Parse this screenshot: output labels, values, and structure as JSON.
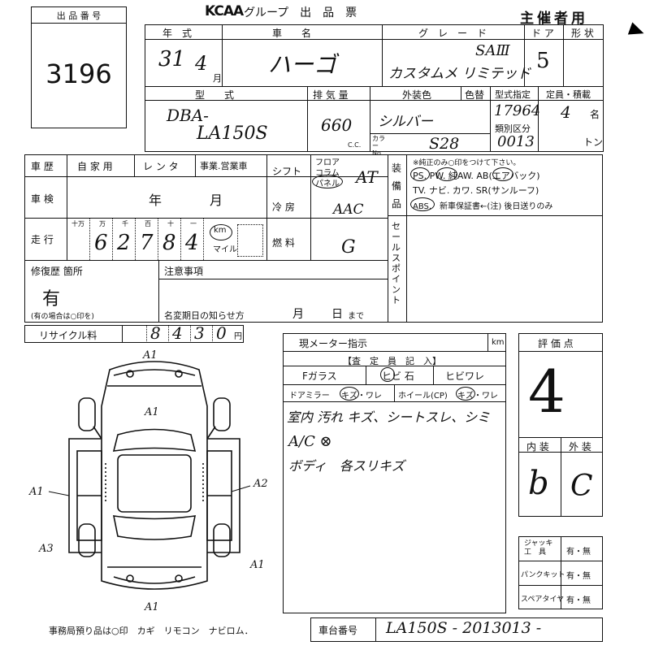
{
  "header": {
    "lot_label": "出 品 番 号",
    "lot_number": "3196",
    "brand": "KCAA",
    "title": "グループ　出　品　票",
    "organizer": "主催者用"
  },
  "vehicle": {
    "year_label": "年　式",
    "year": "31",
    "month": "4",
    "month_unit": "月",
    "name_label": "車　　名",
    "name": "ハーゴ",
    "grade_label": "グ　レ　ー　ド",
    "grade_line1": "SAⅢ",
    "grade_line2": "カスタムメ リミテッド",
    "doors_label": "ド ア",
    "doors": "5",
    "body_label": "形 状",
    "model_label": "型　　式",
    "model_prefix": "DBA-",
    "model_code": "LA150S",
    "displacement_label": "排 気 量",
    "displacement": "660",
    "cc_unit": "C.C.",
    "exterior_label": "外装色",
    "repaint_label": "色替",
    "exterior_color": "シルバー",
    "color_no_label": "カラー No.",
    "color_no": "S28",
    "type_designation_label": "型式指定",
    "type_designation": "17964",
    "class_label": "類別区分",
    "class_code": "0013",
    "capacity_label": "定員・積載",
    "capacity": "4",
    "capacity_unit": "名",
    "load_unit": "トン"
  },
  "usage": {
    "history_label": "車 歴",
    "private_label": "自 家 用",
    "rental_label": "レ ン タ",
    "business_label": "事業.営業車",
    "inspection_label": "車 検",
    "inspection_year_label": "年",
    "inspection_month_label": "月",
    "mileage_label": "走 行",
    "digit_labels": [
      "十万",
      "万",
      "千",
      "百",
      "十",
      "一"
    ],
    "mileage_digits": [
      "",
      "6",
      "2",
      "7",
      "8",
      "4"
    ],
    "km_label": "km",
    "mile_label": "マイル"
  },
  "specs": {
    "shift_label": "シフト",
    "floor_label": "フロア",
    "column_label": "コラム",
    "panel_label": "パネル",
    "shift_value": "AT",
    "ac_label": "冷 房",
    "ac_value": "AAC",
    "fuel_label": "燃 料",
    "fuel_value": "G"
  },
  "equipment": {
    "label": "装 備 品",
    "note": "※純正のみ○印をつけて下さい。",
    "line1": "PS. PW. 純AW. AB(エアバック)",
    "line2": "TV. ナビ. カワ. SR(サンルーフ)",
    "line3": "ABS.　新車保証書←(注) 後日送りのみ",
    "sales_point_label": "セールスポイント"
  },
  "repair": {
    "label": "修復歴 箇所",
    "value": "有",
    "note": "(有の場合は○印を)",
    "notes_label": "注意事項",
    "deadline_label": "名変期日の知らせ方",
    "deadline_month": "月",
    "deadline_day": "日",
    "deadline_suffix": "まで"
  },
  "recycle": {
    "label": "リサイクル料",
    "digits": [
      "8",
      "4",
      "3",
      "0"
    ],
    "unit": "円"
  },
  "diagram_marks": [
    "A1",
    "A1",
    "A2",
    "A1",
    "A1",
    "A1",
    "A3"
  ],
  "inspector": {
    "meter_label": "現メーター指示",
    "meter_unit": "km",
    "section_label": "【査　定　員　記　入】",
    "glass_label": "Fガラス",
    "chip_label": "ヒビ 石",
    "crack_label": "ヒビワレ",
    "mirror_label": "ドアミラー",
    "mirror_value": "キズ・ワレ",
    "wheel_label": "ホイール(CP)",
    "wheel_value": "キズ・ワレ",
    "remark1": "室内 汚れ キズ、シートスレ、シミ",
    "remark2": "A/C ⊗",
    "remark3": "ボディ　各スリキズ"
  },
  "grades": {
    "score_label": "評 価 点",
    "score": "4",
    "interior_label": "内 装",
    "exterior_label": "外 装",
    "interior": "b",
    "exterior": "C"
  },
  "extras": [
    {
      "label": "ジャッキ工　具",
      "value": "有・無"
    },
    {
      "label": "パンクキット",
      "value": "有・無"
    },
    {
      "label": "スペアタイヤ",
      "value": "有・無"
    }
  ],
  "footer": {
    "office_note": "事務局預り品は○印　カギ　リモコン　ナビロム．",
    "chassis_label": "車台番号",
    "chassis_number": "LA150S - 2013013 -"
  }
}
